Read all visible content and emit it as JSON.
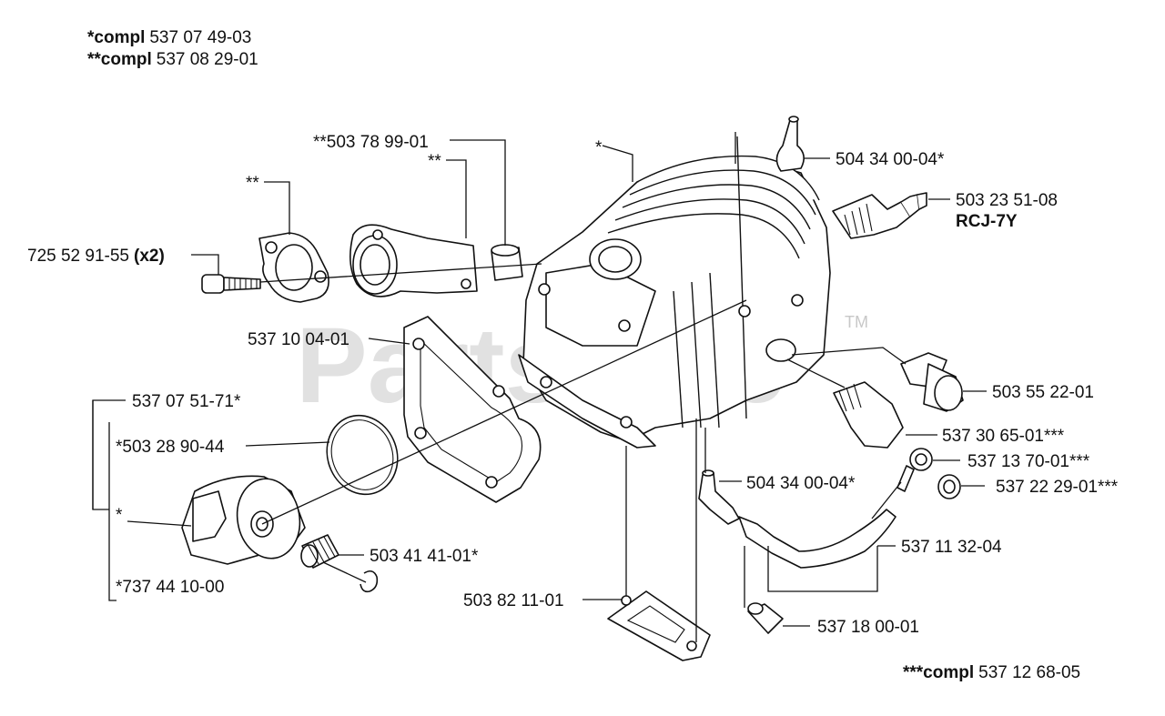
{
  "compl_notes": {
    "top1_prefix": "*compl",
    "top1_number": "537 07 49-03",
    "top2_prefix": "**compl",
    "top2_number": "537 08 29-01",
    "bottom_prefix": "***compl",
    "bottom_number": "537 12 68-05"
  },
  "watermark": {
    "text": "PartsTree",
    "tm": "TM"
  },
  "callouts": {
    "c_503789901": "**503 78 99-01",
    "star_intake": "**",
    "star_gasket": "**",
    "star_cylinder": "*",
    "c_725529155": "725 52 91-55",
    "c_725529155_qty": "(x2)",
    "c_504340004_top": "504 34 00-04*",
    "c_503235108": "503 23 51-08",
    "c_rcj7y": "RCJ-7Y",
    "c_537100401": "537 10 04-01",
    "c_503552201": "503 55 22-01",
    "c_537075171": "537 07 51-71*",
    "c_537306501": "537 30 65-01***",
    "c_503289044": "*503 28 90-44",
    "c_537137001": "537 13 70-01***",
    "c_504340004_bot": "504 34 00-04*",
    "c_537222901": "537 22 29-01***",
    "star_piston": "*",
    "c_537113204": "537 11 32-04",
    "c_503414101": "503 41 41-01*",
    "c_737441000": "*737 44 10-00",
    "c_503821101": "503 82 11-01",
    "c_537180001": "537 18 00-01"
  }
}
